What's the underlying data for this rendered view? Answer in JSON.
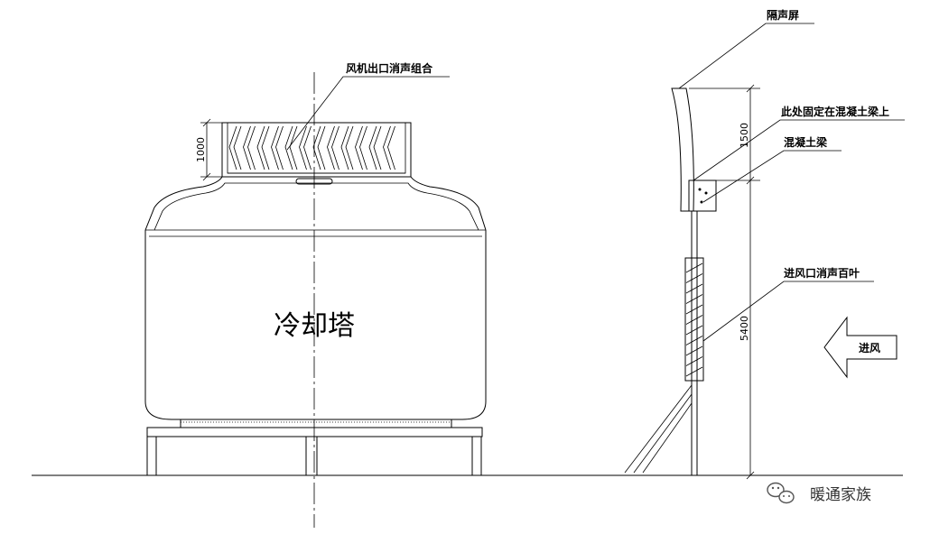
{
  "labels": {
    "tower_name": "冷却塔",
    "outlet_silencer": "风机出口消声组合",
    "sound_barrier": "隔声屏",
    "fixed_on_beam": "此处固定在混凝土梁上",
    "concrete_beam": "混凝土梁",
    "inlet_louver": "进风口消声百叶",
    "air_inlet": "进风",
    "watermark": "暖通家族"
  },
  "dimensions": {
    "outlet_height": "1000",
    "barrier_top": "1500",
    "barrier_total": "5400"
  },
  "icons": [
    "wechat-logo-icon"
  ]
}
